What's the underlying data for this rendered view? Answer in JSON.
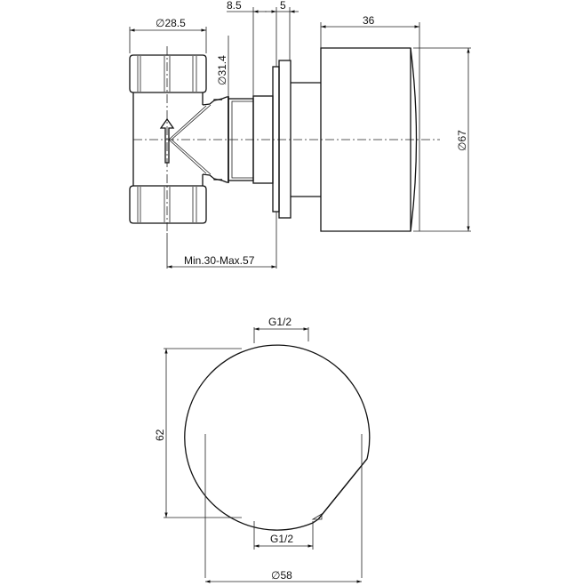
{
  "drawing": {
    "title": "Concealed valve technical drawing",
    "colors": {
      "line": "#111111",
      "background": "#ffffff"
    }
  },
  "side_view": {
    "dimensions": {
      "inlet_diameter": "28.5",
      "thread_diameter": "31.4",
      "plate_gap": "8.5",
      "plate_thickness": "5",
      "knob_length": "36",
      "knob_diameter": "67",
      "installation_depth": "Min.30-Max.57"
    },
    "diameter_symbol": "∅"
  },
  "front_view": {
    "dimensions": {
      "top_connection": "G1/2",
      "bottom_connection": "G1/2",
      "height": "62",
      "diameter": "58"
    },
    "diameter_symbol": "∅"
  }
}
